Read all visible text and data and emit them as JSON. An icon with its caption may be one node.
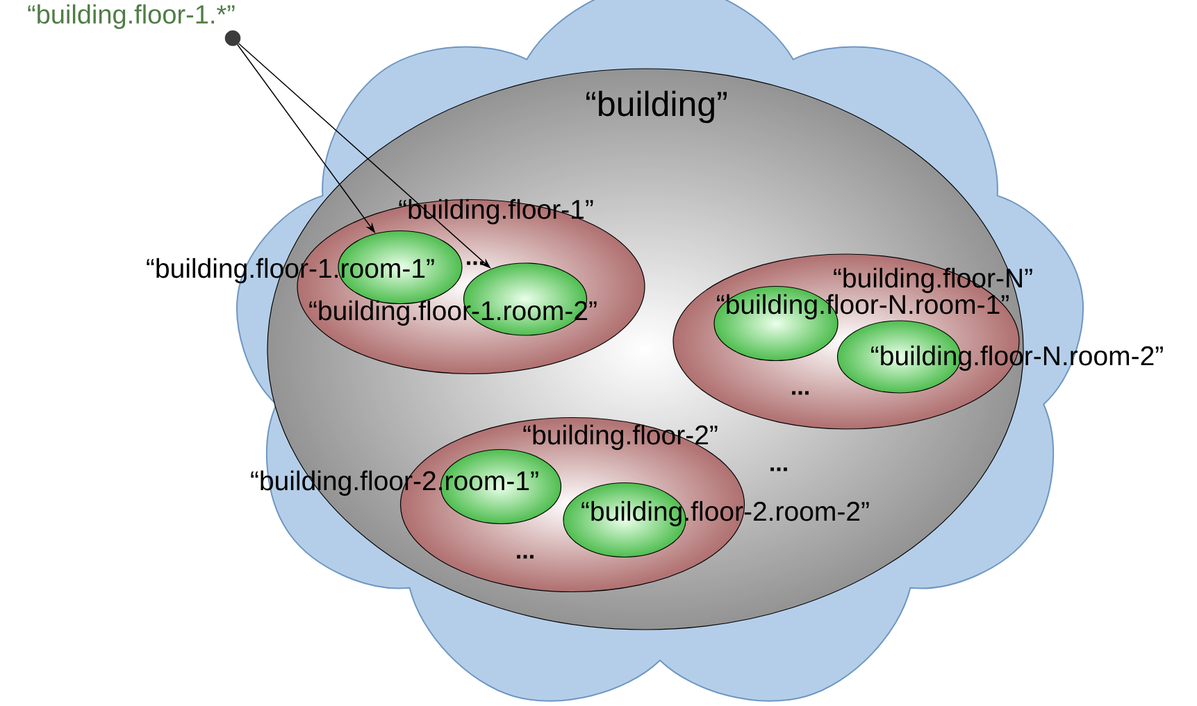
{
  "diagram": {
    "nodes": [
      {
        "text": [],
        "shape": "cloud"
      },
      {
        "text": [
          "“building”"
        ],
        "in": 0
      },
      {
        "text": [
          "“building.floor-1”"
        ],
        "in": 1
      },
      {
        "text": [
          "“building.floor-1.room-1”"
        ],
        "in": 2
      },
      {
        "text": [
          "“building.floor-1.room-2”"
        ],
        "in": 2
      },
      {
        "text": [
          "“building.floor-N”"
        ],
        "in": 1
      },
      {
        "text": [
          "“building.floor-N.room-1”"
        ],
        "in": 5
      },
      {
        "text": [
          "“building.floor-N.room-2”"
        ],
        "in": 5
      },
      {
        "text": [
          "“building.floor-2”"
        ],
        "in": 1
      },
      {
        "text": [
          "“building.floor-2.room-1”"
        ],
        "in": 8
      },
      {
        "text": [
          "“building.floor-2.room-2”"
        ],
        "in": 8
      },
      {
        "text": [],
        "shape": "circle",
        "beside": [
          "“building.floor-1.*”"
        ]
      }
    ],
    "edges": [
      {
        "from": 11,
        "to": 3,
        "arrow": "to"
      },
      {
        "from": 11,
        "to": 4,
        "arrow": "to"
      }
    ],
    "labels": [
      "...",
      "...",
      "...",
      "..."
    ]
  }
}
